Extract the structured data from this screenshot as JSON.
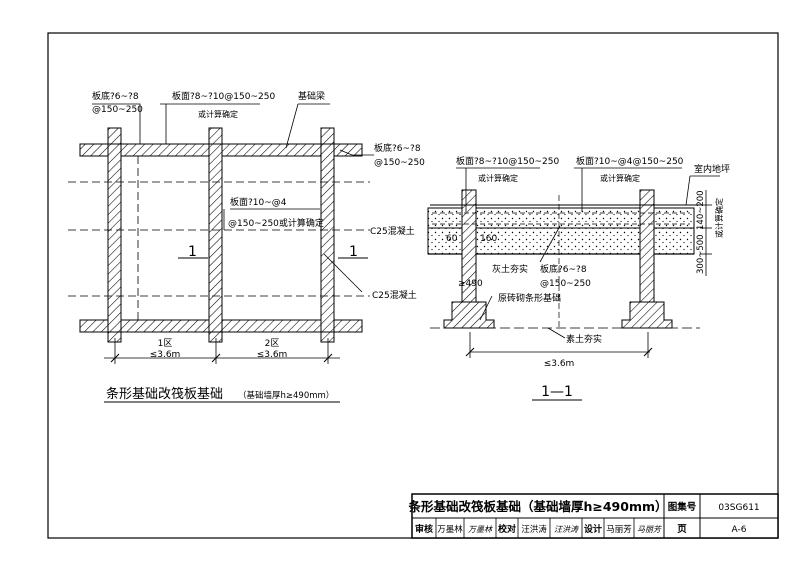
{
  "plan": {
    "label_bottom_rebar": "板底?6~?8",
    "label_bottom_rebar_spacing": "@150~250",
    "label_top_rebar": "板面?8~?10@150~250",
    "label_top_rebar_note": "或计算确定",
    "label_foundation_beam": "基础梁",
    "label_right_bottom_rebar": "板底?6~?8",
    "label_right_bottom_spacing": "@150~250",
    "label_mid_rebar": "板面?10~@4",
    "label_mid_rebar_spacing": "@150~250或计算确定",
    "label_c25_left": "C25混凝土",
    "label_c25_right": "C25混凝土",
    "section_mark_left": "1",
    "section_mark_right": "1",
    "zone1_label": "1区",
    "zone1_span": "≤3.6m",
    "zone2_label": "2区",
    "zone2_span": "≤3.6m",
    "caption_main": "条形基础改筏板基础",
    "caption_sub": "（基础墙厚h≥490mm）"
  },
  "section": {
    "label_top_rebar": "板面?8~?10@150~250",
    "label_top_note": "或计算确定",
    "label_top_rebar2": "板面?10~@4@150~250",
    "label_top_note2": "或计算确定",
    "label_indoor_floor": "室内地坪",
    "dim_140_200": "140~200",
    "dim_note_vertical": "或计算确定",
    "dim_300_500": "300~500",
    "dim_60": "60",
    "dim_160": "160",
    "label_fill_soil": "灰土夯实",
    "label_bottom_rebar": "板底?6~?8",
    "label_bottom_spacing": "@150~250",
    "dim_490": "≥490",
    "label_original_foundation": "原砖砌条形基础",
    "label_plain_soil": "素土夯实",
    "span": "≤3.6m",
    "title": "1—1"
  },
  "titleblock": {
    "title": "条形基础改筏板基础（基础墙厚h≥490mm）",
    "atlas_label": "图集号",
    "atlas_no": "03SG611",
    "review_label": "审核",
    "review_name": "万墨林",
    "review_sign": "万墨林",
    "check_label": "校对",
    "check_name": "汪洪涛",
    "check_sign": "汪洪涛",
    "design_label": "设计",
    "design_name": "马丽芳",
    "design_sign": "马丽芳",
    "page_label": "页",
    "page_no": "A-6"
  }
}
